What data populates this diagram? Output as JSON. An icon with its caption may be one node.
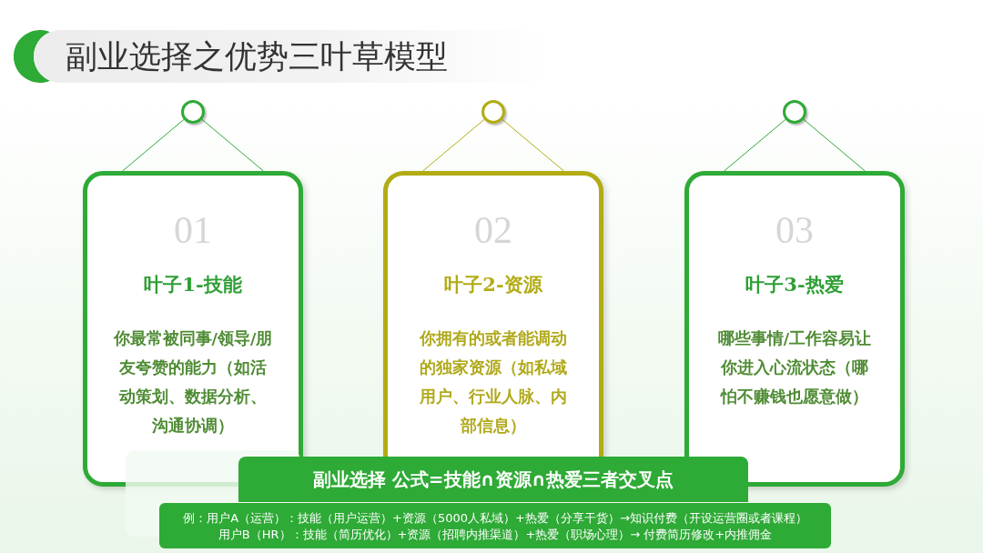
{
  "diagram": {
    "title": "副业选择之优势三叶草模型",
    "nodes": [
      {
        "text": [],
        "shape": "circle"
      },
      {
        "text": [],
        "shape": "circle"
      },
      {
        "text": [],
        "shape": "circle"
      },
      {
        "text": [
          "01",
          "叶子1-技能",
          "你最常被同事/领导/朋友夸赞的能力（如活动策划、数据分析、沟通协调）"
        ]
      },
      {
        "text": [
          "02",
          "叶子2-资源",
          "你拥有的或者能调动的独家资源（如私域用户、行业人脉、内部信息）"
        ]
      },
      {
        "text": [
          "03",
          "叶子3-热爱",
          "哪些事情/工作容易让你进入心流状态（哪怕不赚钱也愿意做）"
        ]
      },
      {
        "text": [
          "副业选择 公式=技能∩资源∩热爱三者交叉点"
        ]
      },
      {
        "text": [
          "例：用户A（运营）：技能（用户运营）+资源（5000人私域）+热爱（分享干货）→知识付费（开设运营圈或者课程）",
          "用户B（HR）：技能（简历优化）+资源（招聘内推渠道）+热爱（职场心理）→ 付费简历修改+内推佣金"
        ]
      }
    ],
    "edges": [
      {
        "from": 0,
        "to": 3,
        "arrow": "none"
      },
      {
        "from": 0,
        "to": 3,
        "arrow": "none"
      },
      {
        "from": 1,
        "to": 4,
        "arrow": "none",
        "color": "#b2ac14"
      },
      {
        "from": 1,
        "to": 4,
        "arrow": "none",
        "color": "#b2ac14"
      },
      {
        "from": 2,
        "to": 5,
        "arrow": "none"
      },
      {
        "from": 2,
        "to": 5,
        "arrow": "none"
      }
    ]
  }
}
